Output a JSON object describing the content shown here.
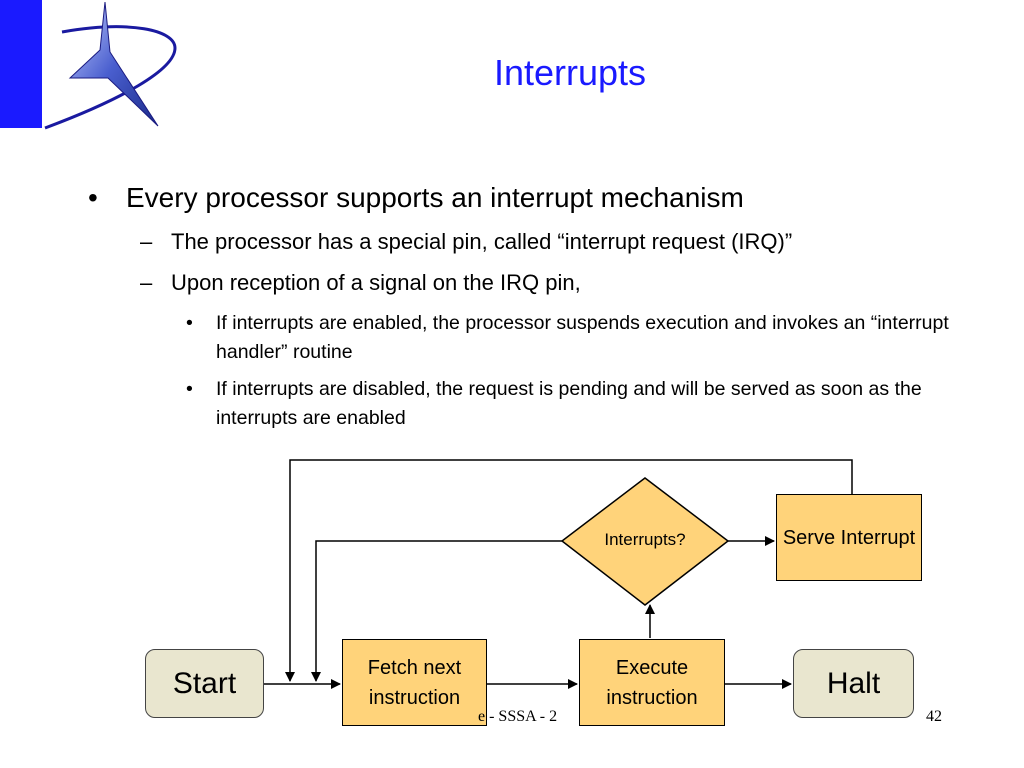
{
  "slide": {
    "title": "Interrupts",
    "bullets": {
      "level1": "Every processor supports an interrupt mechanism",
      "level2": [
        "The processor has a special pin, called “interrupt request (IRQ)”",
        "Upon reception of a signal on the IRQ pin,"
      ],
      "level3": [
        "If interrupts are enabled, the processor suspends execution and invokes an “interrupt handler” routine",
        "If interrupts are disabled, the request is pending and will be served as soon as the interrupts are enabled"
      ],
      "marks": {
        "bullet": "•",
        "dash": "–"
      }
    },
    "footer": "e - SSSA - 2",
    "page_number": "42"
  },
  "flowchart": {
    "nodes": {
      "start": "Start",
      "fetch": "Fetch next instruction",
      "execute": "Execute instruction",
      "halt": "Halt",
      "decision": "Interrupts?",
      "serve": "Serve Interrupt"
    }
  },
  "colors": {
    "accent_blue": "#1a1aff",
    "process_fill": "#ffd37a",
    "terminal_fill": "#e9e6cf"
  },
  "icons": {
    "logo": "star-swoosh-logo-icon"
  }
}
